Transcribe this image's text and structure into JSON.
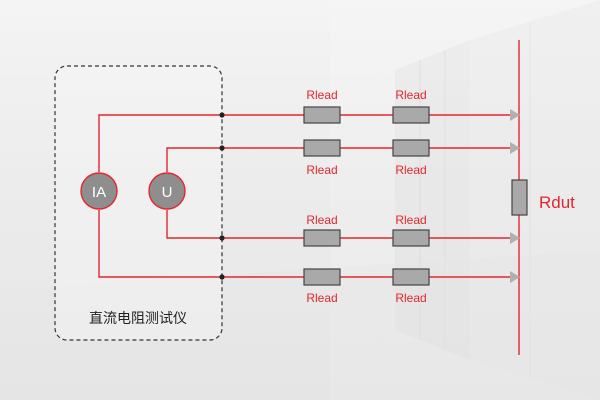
{
  "instrument": {
    "label": "直流电阻测试仪",
    "current_meter": "IA",
    "voltage_meter": "U"
  },
  "leads": {
    "label": "Rlead",
    "count": 8
  },
  "dut": {
    "label": "Rdut"
  },
  "colors": {
    "wire": "#e3262f",
    "resistor_fill": "#a9a9a9",
    "resistor_stroke": "#444444",
    "meter_fill": "#8e8e8e",
    "arrow": "#b0b0b0",
    "box_border": "#333333",
    "label_dark": "#222222"
  }
}
